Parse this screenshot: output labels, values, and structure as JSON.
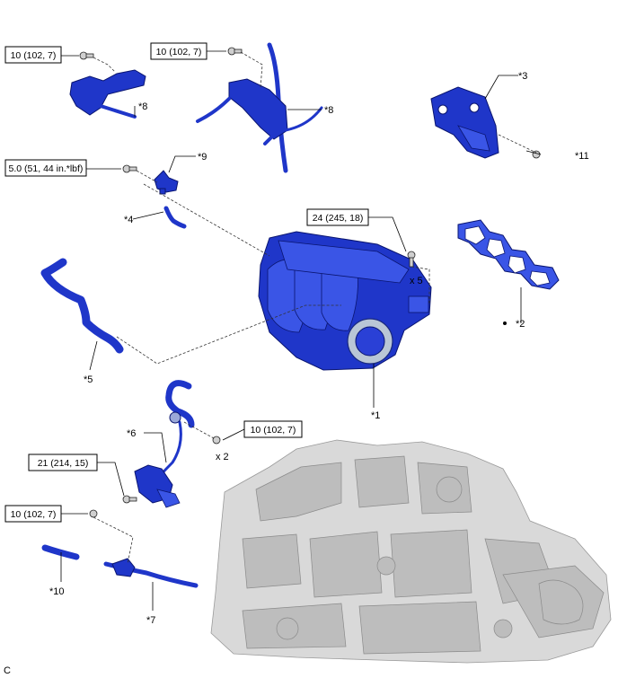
{
  "torque_specs": {
    "t1": "10 (102, 7)",
    "t2": "10 (102, 7)",
    "t3": "5.0 (51, 44 in.*lbf)",
    "t4": "24 (245, 18)",
    "t5": "10 (102, 7)",
    "t6": "21 (214, 15)",
    "t7": "10 (102, 7)"
  },
  "quantities": {
    "q_x5": "x 5",
    "q_x2": "x 2"
  },
  "callouts": {
    "c1": "*1",
    "c2": "*2",
    "c3": "*3",
    "c4": "*4",
    "c5": "*5",
    "c6": "*6",
    "c7": "*7",
    "c8a": "*8",
    "c8b": "*8",
    "c9": "*9",
    "c10": "*10",
    "c11": "*11"
  },
  "corner_mark": "C",
  "colors": {
    "part_blue": "#1f36c9",
    "engine_gray": "#d9d9d9"
  }
}
